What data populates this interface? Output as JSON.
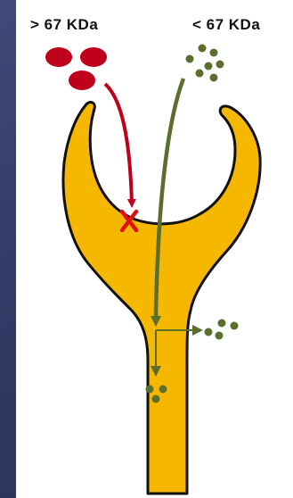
{
  "labels": {
    "large": "> 67 KDa",
    "small": "< 67 KDa"
  },
  "colors": {
    "large_particles": "#c0001a",
    "small_particles": "#5a6e2e",
    "filter_fill": "#f5b700",
    "filter_outline": "#111111",
    "block_mark": "#e01010",
    "background": "#353f6c"
  },
  "icons": {
    "blocked": "x-mark"
  }
}
